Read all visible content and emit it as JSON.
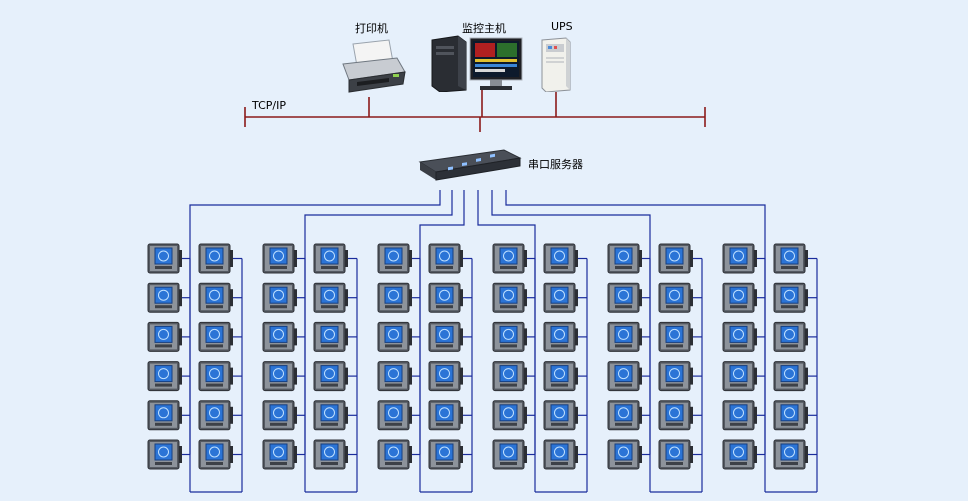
{
  "top": {
    "printer_label": "打印机",
    "monitor_host_label": "监控主机",
    "ups_label": "UPS"
  },
  "network": {
    "bus_label": "TCP/IP",
    "serial_server_label": "串口服务器"
  },
  "colors": {
    "background": "#e6f0fb",
    "bus_line": "#8b1a1a",
    "rs485_line": "#1a2c9c",
    "meter_screen": "#2b74d6",
    "meter_body": "#555a62"
  },
  "icons": {
    "printer": "printer-icon",
    "monitor_host": "computer-workstation-icon",
    "ups": "ups-cabinet-icon",
    "serial_server": "serial-server-device-icon",
    "meter": "power-meter-icon"
  },
  "meter_grid": {
    "groups": 6,
    "meters_per_column": 6
  }
}
